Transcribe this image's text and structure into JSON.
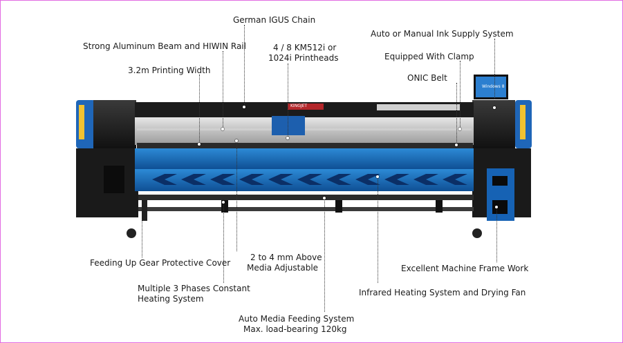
{
  "callouts": {
    "igus_chain": "German IGUS Chain",
    "aluminum_beam": "Strong Aluminum Beam and HIWIN Rail",
    "printheads_line1": "4 / 8 KM512i or",
    "printheads_line2": "1024i Printheads",
    "ink_supply": "Auto or Manual Ink Supply System",
    "clamp": "Equipped With Clamp",
    "printing_width": "3.2m Printing Width",
    "onic_belt": "ONIC Belt",
    "gear_cover": "Feeding Up Gear Protective Cover",
    "media_adjust_line1": "2 to 4 mm Above",
    "media_adjust_line2": "Media Adjustable",
    "frame_work": "Excellent Machine Frame Work",
    "heating_line1": "Multiple 3 Phases Constant",
    "heating_line2": "Heating System",
    "infrared": "Infrared Heating System and Drying Fan",
    "feeding_line1": "Auto Media Feeding System",
    "feeding_line2": "Max. load-bearing 120kg"
  },
  "machine": {
    "brand_label": "KINGJET",
    "monitor_label": "Windows 8"
  }
}
